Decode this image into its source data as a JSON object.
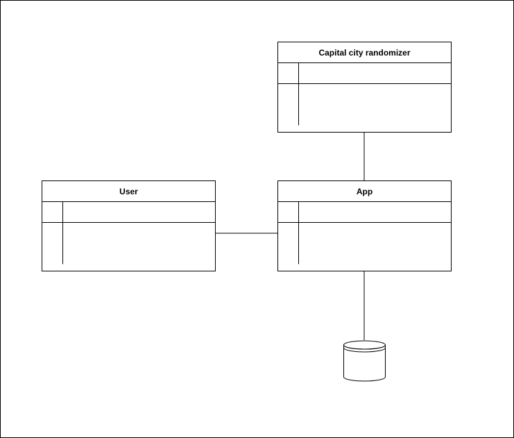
{
  "diagram": {
    "entities": [
      {
        "id": "capital",
        "title": "Capital city randomizer"
      },
      {
        "id": "user",
        "title": "User"
      },
      {
        "id": "app",
        "title": "App"
      }
    ],
    "database": {
      "id": "database",
      "title": ""
    },
    "connections": [
      {
        "from": "capital",
        "to": "app"
      },
      {
        "from": "user",
        "to": "app"
      },
      {
        "from": "app",
        "to": "database"
      }
    ]
  },
  "colors": {
    "stroke": "#000000",
    "fill": "#ffffff"
  }
}
